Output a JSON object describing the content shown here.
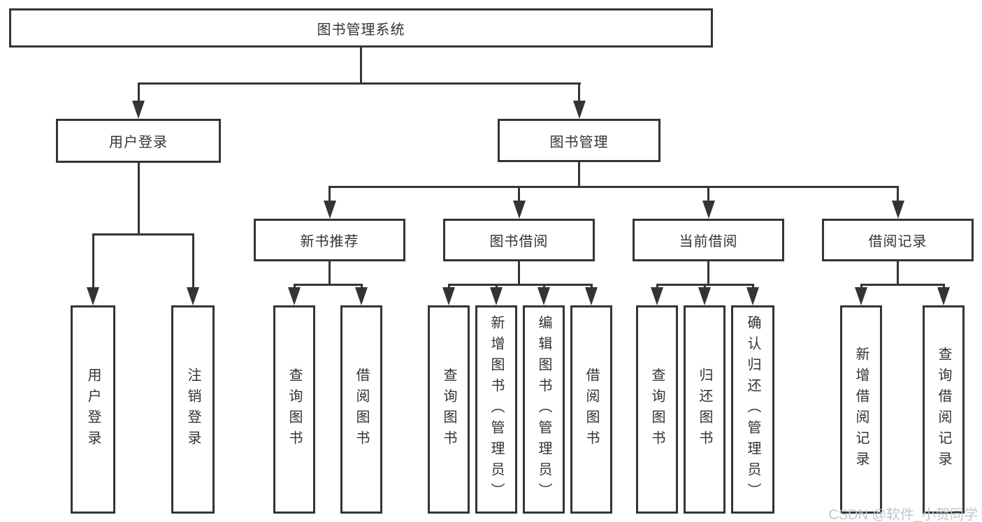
{
  "diagram": {
    "root": "图书管理系统",
    "level2": {
      "user_login": "用户登录",
      "book_management": "图书管理"
    },
    "level3": {
      "new_book_recommend": "新书推荐",
      "book_borrow": "图书借阅",
      "current_borrow": "当前借阅",
      "borrow_record": "借阅记录"
    },
    "leaves": {
      "user_login": [
        "用户登录",
        "注销登录"
      ],
      "new_book_recommend": [
        "查询图书",
        "借阅图书"
      ],
      "book_borrow": [
        "查询图书",
        "新增图书（管理员）",
        "编辑图书（管理员）",
        "借阅图书"
      ],
      "current_borrow": [
        "查询图书",
        "归还图书",
        "确认归还（管理员）"
      ],
      "borrow_record": [
        "新增借阅记录",
        "查询借阅记录"
      ]
    }
  },
  "watermark": "CSDN @软件_小贺同学",
  "colors": {
    "line": "#343434",
    "border": "#343434",
    "text": "#333333",
    "watermark": "#c1c5cb",
    "background": "#ffffff"
  }
}
